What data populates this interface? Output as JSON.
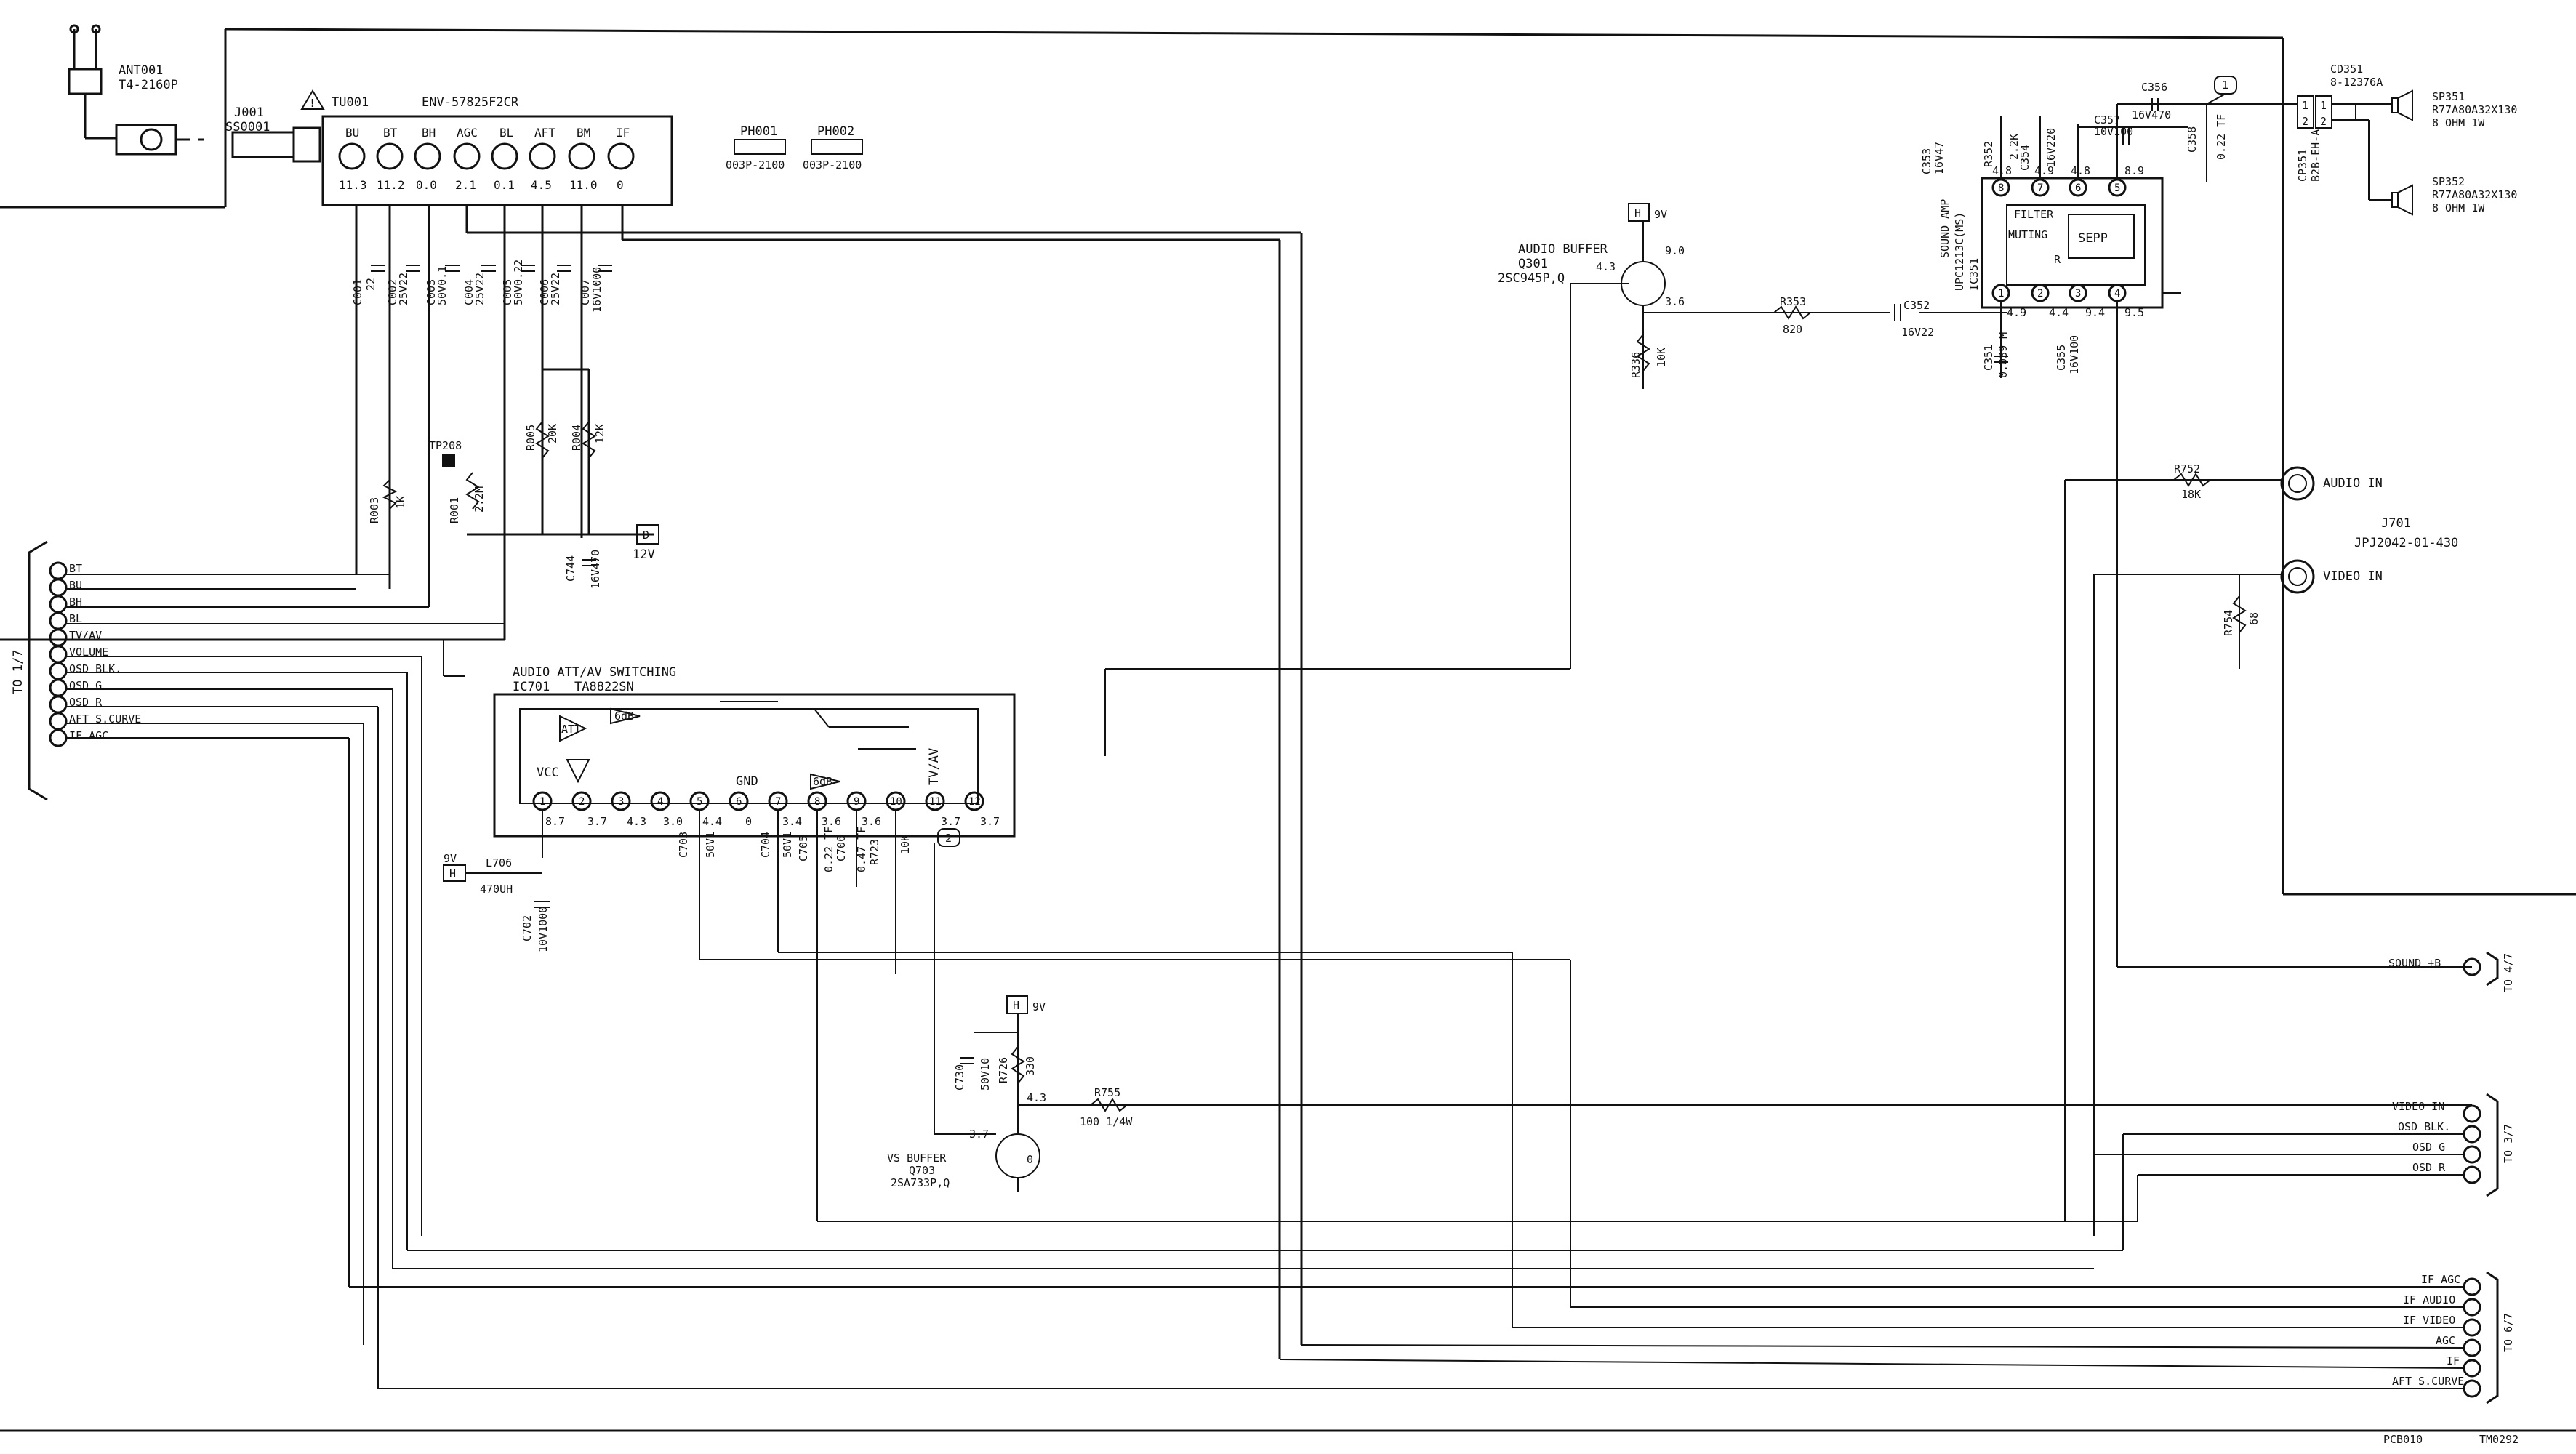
{
  "antenna": {
    "ref": "ANT001",
    "part": "T4-2160P"
  },
  "jack_rf": {
    "ref": "J001",
    "part": "SS0001"
  },
  "tuner": {
    "ref": "TU001",
    "part": "ENV-57825F2CR",
    "pins": [
      "BU",
      "BT",
      "BH",
      "AGC",
      "BL",
      "AFT",
      "BM",
      "IF"
    ],
    "voltages": [
      "11.3",
      "11.2",
      "0.0",
      "2.1",
      "0.1",
      "4.5",
      "11.0",
      "0"
    ]
  },
  "photo": [
    {
      "ref": "PH001",
      "part": "003P-2100"
    },
    {
      "ref": "PH002",
      "part": "003P-2100"
    }
  ],
  "caps_top": [
    {
      "ref": "C001",
      "val": "22"
    },
    {
      "ref": "C002",
      "val": "25V22"
    },
    {
      "ref": "C003",
      "val": "50V0.1"
    },
    {
      "ref": "C004",
      "val": "25V22"
    },
    {
      "ref": "C005",
      "val": "50V0.22"
    },
    {
      "ref": "C006",
      "val": "25V22"
    },
    {
      "ref": "C007",
      "val": "16V1000"
    }
  ],
  "resistors_left": [
    {
      "ref": "R003",
      "val": "1K"
    },
    {
      "ref": "R001",
      "val": "2.2M"
    },
    {
      "ref": "R005",
      "val": "20K"
    },
    {
      "ref": "R004",
      "val": "12K"
    }
  ],
  "tp": "TP208",
  "c744": {
    "ref": "C744",
    "val": "16V470"
  },
  "supply_12v": "12V",
  "connector_left": {
    "label": "TO 1/7",
    "pins": [
      "BT",
      "BU",
      "BH",
      "BL",
      "TV/AV",
      "VOLUME",
      "OSD BLK.",
      "OSD G",
      "OSD R",
      "AFT S.CURVE",
      "IF AGC"
    ]
  },
  "ic701": {
    "title": "AUDIO ATT/AV SWITCHING",
    "ref": "IC701",
    "part": "TA8822SN",
    "vcc": "VCC",
    "gnd": "GND",
    "tvav": "TV/AV",
    "blocks": [
      "ATT",
      "6dB",
      "6dB"
    ],
    "pins": [
      "1",
      "2",
      "3",
      "4",
      "5",
      "6",
      "7",
      "8",
      "9",
      "10",
      "11",
      "12"
    ],
    "voltages": [
      "8.7",
      "3.7",
      "4.3",
      "3.0",
      "4.4",
      "0",
      "3.4",
      "3.6",
      "3.6",
      "3.7",
      "3.7"
    ]
  },
  "l706": {
    "ref": "L706",
    "val": "470UH",
    "supply": "9V"
  },
  "c702": {
    "ref": "C702",
    "val": "10V1000"
  },
  "ic_caps": [
    {
      "ref": "C703",
      "val": "50V1"
    },
    {
      "ref": "C704",
      "val": "50V1"
    },
    {
      "ref": "C705",
      "val": "0.22 TF"
    },
    {
      "ref": "C706",
      "val": "0.47 TF"
    },
    {
      "ref": "R723",
      "val": "10K"
    }
  ],
  "q301": {
    "title": "AUDIO BUFFER",
    "ref": "Q301",
    "part": "2SC945P,Q",
    "vb": "4.3",
    "vc": "9.0",
    "ve": "3.6"
  },
  "r336": {
    "ref": "R336",
    "val": "10K"
  },
  "r353": {
    "ref": "R353",
    "val": "820"
  },
  "c352": {
    "ref": "C352",
    "val": "16V22"
  },
  "ic351": {
    "title": "SOUND AMP",
    "ref": "IC351",
    "part": "UPC1213C(MS)",
    "blocks": [
      "FILTER",
      "MUTING",
      "SEPP",
      "R"
    ],
    "top_pins": [
      "8",
      "7",
      "6",
      "5"
    ],
    "top_v": [
      "4.8",
      "4.9",
      "4.8",
      "8.9"
    ],
    "bot_pins": [
      "1",
      "2",
      "3",
      "4"
    ],
    "bot_v": [
      "4.9",
      "4.4",
      "9.4",
      "9.5"
    ]
  },
  "caps_ic351": [
    {
      "ref": "C353",
      "val": "16V47"
    },
    {
      "ref": "R352",
      "val": "2.2K"
    },
    {
      "ref": "C354",
      "val": "16V220"
    },
    {
      "ref": "C357",
      "val": "10V100"
    },
    {
      "ref": "C351",
      "val": "0.039 M"
    },
    {
      "ref": "C355",
      "val": "16V100"
    }
  ],
  "c356": {
    "ref": "C356",
    "val": "16V470"
  },
  "c358": {
    "ref": "C358",
    "val": "0.22 TF"
  },
  "cp351": {
    "ref": "CP351",
    "part": "B2B-EH-A"
  },
  "cd351": {
    "ref": "CD351",
    "part": "8-12376A"
  },
  "speakers": [
    {
      "ref": "SP351",
      "part": "R77A80A32X130",
      "spec": "8 OHM 1W"
    },
    {
      "ref": "SP352",
      "part": "R77A80A32X130",
      "spec": "8 OHM 1W"
    }
  ],
  "r752": {
    "ref": "R752",
    "val": "18K"
  },
  "j701": {
    "ref": "J701",
    "part": "JPJ2042-01-430",
    "audio_in": "AUDIO IN",
    "video_in": "VIDEO IN"
  },
  "r754": {
    "ref": "R754",
    "val": "68"
  },
  "q703": {
    "title": "VS BUFFER",
    "ref": "Q703",
    "part": "2SA733P,Q",
    "vb": "3.7",
    "ve": "4.3",
    "vc": "0"
  },
  "c730": {
    "ref": "C730",
    "val": "50V10"
  },
  "r726": {
    "ref": "R726",
    "val": "330"
  },
  "r755": {
    "ref": "R755",
    "val": "100 1/4W"
  },
  "conn_sound": {
    "label": "TO 4/7",
    "pins": [
      "SOUND +B"
    ]
  },
  "conn_video": {
    "label": "TO 3/7",
    "pins": [
      "VIDEO IN",
      "OSD BLK.",
      "OSD G",
      "OSD R"
    ]
  },
  "conn_if": {
    "label": "TO 6/7",
    "pins": [
      "IF AGC",
      "IF AUDIO",
      "IF VIDEO",
      "AGC",
      "IF",
      "AFT S.CURVE"
    ]
  },
  "markers": {
    "h": "H",
    "m1": "1",
    "m2": "2",
    "v9": "9V"
  },
  "footer": {
    "pcb": "PCB010",
    "tm": "TM0292"
  }
}
